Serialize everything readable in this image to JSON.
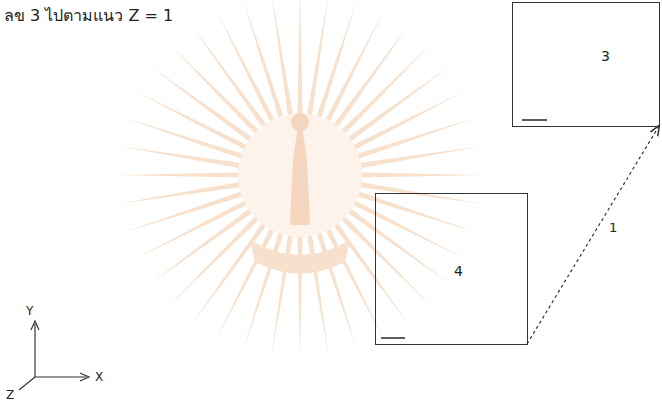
{
  "diagram": {
    "nodes": [
      {
        "text": [
          "3"
        ]
      },
      {
        "text": [
          "4"
        ]
      }
    ],
    "edges": [
      {
        "from": 1,
        "to": 0,
        "label": "1",
        "arrow": "to"
      }
    ],
    "labels": [
      "ลข 3 ไปตามแนว Z = 1",
      "Y",
      "X",
      "Z"
    ]
  }
}
